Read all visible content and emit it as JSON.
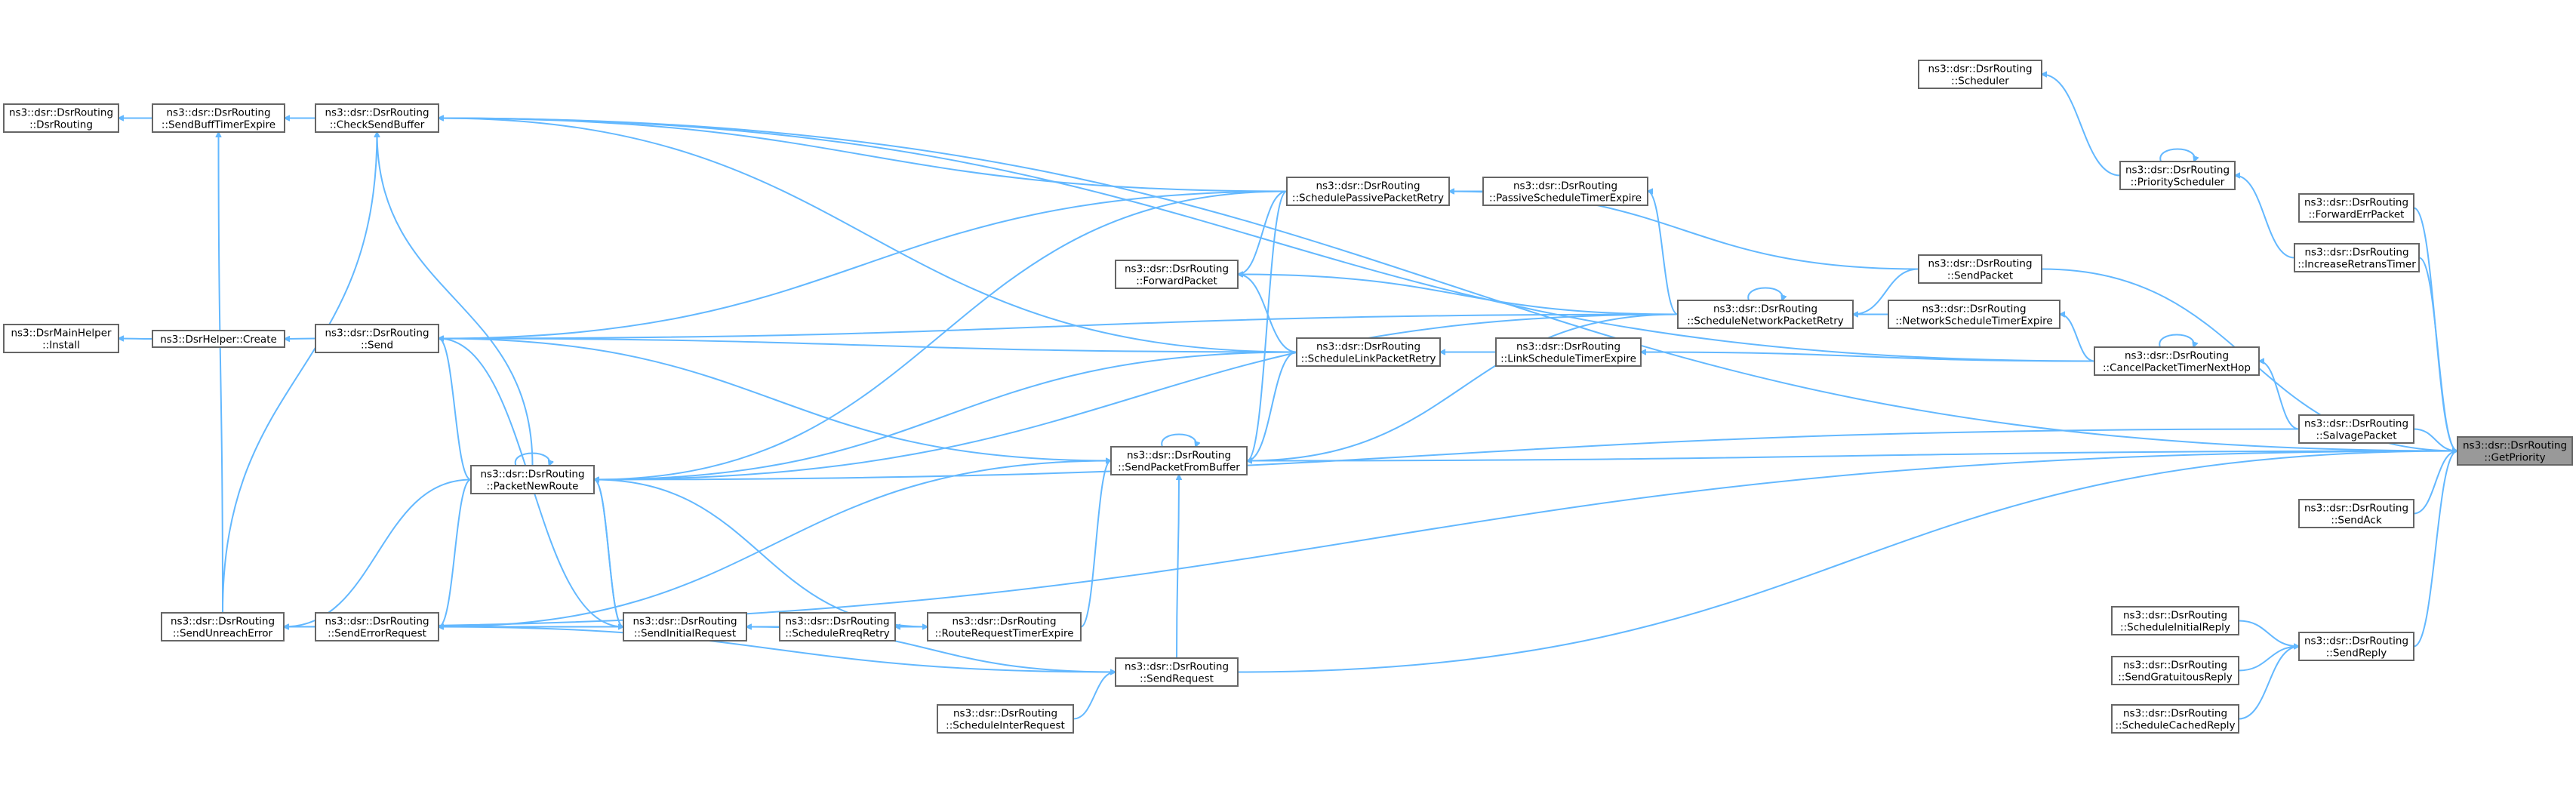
{
  "graph": {
    "nodes": [
      {
        "id": "getpriority",
        "lines": [
          "ns3::dsr::DsrRouting",
          "::GetPriority"
        ],
        "focus": true
      },
      {
        "id": "dsrrouting",
        "lines": [
          "ns3::dsr::DsrRouting",
          "::DsrRouting"
        ]
      },
      {
        "id": "sendbufftimerexpire",
        "lines": [
          "ns3::dsr::DsrRouting",
          "::SendBuffTimerExpire"
        ]
      },
      {
        "id": "checksendbuffer",
        "lines": [
          "ns3::dsr::DsrRouting",
          "::CheckSendBuffer"
        ]
      },
      {
        "id": "install",
        "lines": [
          "ns3::DsrMainHelper",
          "::Install"
        ]
      },
      {
        "id": "create",
        "lines": [
          "ns3::DsrHelper::Create"
        ]
      },
      {
        "id": "send",
        "lines": [
          "ns3::dsr::DsrRouting",
          "::Send"
        ]
      },
      {
        "id": "packetnewroute",
        "lines": [
          "ns3::dsr::DsrRouting",
          "::PacketNewRoute"
        ]
      },
      {
        "id": "sendunreacherror",
        "lines": [
          "ns3::dsr::DsrRouting",
          "::SendUnreachError"
        ]
      },
      {
        "id": "senderrorrequest",
        "lines": [
          "ns3::dsr::DsrRouting",
          "::SendErrorRequest"
        ]
      },
      {
        "id": "sendinitialrequest",
        "lines": [
          "ns3::dsr::DsrRouting",
          "::SendInitialRequest"
        ]
      },
      {
        "id": "schedulereqretry",
        "lines": [
          "ns3::dsr::DsrRouting",
          "::ScheduleRreqRetry"
        ]
      },
      {
        "id": "routerequesttimerexpire",
        "lines": [
          "ns3::dsr::DsrRouting",
          "::RouteRequestTimerExpire"
        ]
      },
      {
        "id": "sendrequest",
        "lines": [
          "ns3::dsr::DsrRouting",
          "::SendRequest"
        ]
      },
      {
        "id": "scheduleinterrequest",
        "lines": [
          "ns3::dsr::DsrRouting",
          "::ScheduleInterRequest"
        ]
      },
      {
        "id": "forwardpacket",
        "lines": [
          "ns3::dsr::DsrRouting",
          "::ForwardPacket"
        ]
      },
      {
        "id": "schedulepassivepacketretry",
        "lines": [
          "ns3::dsr::DsrRouting",
          "::SchedulePassivePacketRetry"
        ]
      },
      {
        "id": "passivescheduletimerexpire",
        "lines": [
          "ns3::dsr::DsrRouting",
          "::PassiveScheduleTimerExpire"
        ]
      },
      {
        "id": "schedulelinkpacketretry",
        "lines": [
          "ns3::dsr::DsrRouting",
          "::ScheduleLinkPacketRetry"
        ]
      },
      {
        "id": "linkscheduletimerexpire",
        "lines": [
          "ns3::dsr::DsrRouting",
          "::LinkScheduleTimerExpire"
        ]
      },
      {
        "id": "sendpacketfrombuffer",
        "lines": [
          "ns3::dsr::DsrRouting",
          "::SendPacketFromBuffer"
        ]
      },
      {
        "id": "schedulenetworkpacketretry",
        "lines": [
          "ns3::dsr::DsrRouting",
          "::ScheduleNetworkPacketRetry"
        ]
      },
      {
        "id": "sendpacket",
        "lines": [
          "ns3::dsr::DsrRouting",
          "::SendPacket"
        ]
      },
      {
        "id": "networkscheduletimerexpire",
        "lines": [
          "ns3::dsr::DsrRouting",
          "::NetworkScheduleTimerExpire"
        ]
      },
      {
        "id": "scheduler",
        "lines": [
          "ns3::dsr::DsrRouting",
          "::Scheduler"
        ]
      },
      {
        "id": "priorityscheduler",
        "lines": [
          "ns3::dsr::DsrRouting",
          "::PriorityScheduler"
        ]
      },
      {
        "id": "cancelpackettimernexthop",
        "lines": [
          "ns3::dsr::DsrRouting",
          "::CancelPacketTimerNextHop"
        ]
      },
      {
        "id": "forwarderrpacket",
        "lines": [
          "ns3::dsr::DsrRouting",
          "::ForwardErrPacket"
        ]
      },
      {
        "id": "increaseretranstimer",
        "lines": [
          "ns3::dsr::DsrRouting",
          "::IncreaseRetransTimer"
        ]
      },
      {
        "id": "salvagepacket",
        "lines": [
          "ns3::dsr::DsrRouting",
          "::SalvagePacket"
        ]
      },
      {
        "id": "sendack",
        "lines": [
          "ns3::dsr::DsrRouting",
          "::SendAck"
        ]
      },
      {
        "id": "sendreply",
        "lines": [
          "ns3::dsr::DsrRouting",
          "::SendReply"
        ]
      },
      {
        "id": "scheduleinitialreply",
        "lines": [
          "ns3::dsr::DsrRouting",
          "::ScheduleInitialReply"
        ]
      },
      {
        "id": "sendgratuitousreply",
        "lines": [
          "ns3::dsr::DsrRouting",
          "::SendGratuitousReply"
        ]
      },
      {
        "id": "schedulecachedreply",
        "lines": [
          "ns3::dsr::DsrRouting",
          "::ScheduleCachedReply"
        ]
      }
    ],
    "edges": [
      {
        "from": "sendbufftimerexpire",
        "to": "dsrrouting"
      },
      {
        "from": "checksendbuffer",
        "to": "sendbufftimerexpire"
      },
      {
        "from": "create",
        "to": "install"
      },
      {
        "from": "send",
        "to": "create"
      },
      {
        "from": "checksendbuffer",
        "to": "getpriority"
      },
      {
        "from": "sendunreacherror",
        "to": "getpriority"
      },
      {
        "from": "sendpacket",
        "to": "getpriority"
      },
      {
        "from": "priorityscheduler",
        "to": "scheduler"
      },
      {
        "from": "increaseretranstimer",
        "to": "priorityscheduler"
      },
      {
        "from": "schedulepassivepacketretry",
        "to": "checksendbuffer"
      },
      {
        "from": "passivescheduletimerexpire",
        "to": "schedulepassivepacketretry"
      },
      {
        "from": "schedulenetworkpacketretry",
        "to": "passivescheduletimerexpire"
      },
      {
        "from": "sendpacket",
        "to": "schedulepassivepacketretry"
      },
      {
        "from": "schedulepassivepacketretry",
        "to": "send"
      },
      {
        "from": "schedulepassivepacketretry",
        "to": "forwardpacket"
      },
      {
        "from": "schedulepassivepacketretry",
        "to": "packetnewroute"
      },
      {
        "from": "schedulepassivepacketretry",
        "to": "sendpacketfrombuffer"
      },
      {
        "from": "schedulenetworkpacketretry",
        "to": "send"
      },
      {
        "from": "schedulenetworkpacketretry",
        "to": "forwardpacket"
      },
      {
        "from": "sendpacket",
        "to": "schedulenetworkpacketretry"
      },
      {
        "from": "networkscheduletimerexpire",
        "to": "schedulenetworkpacketretry"
      },
      {
        "from": "schedulenetworkpacketretry",
        "to": "sendpacketfrombuffer"
      },
      {
        "from": "schedulenetworkpacketretry",
        "to": "packetnewroute"
      },
      {
        "from": "schedulelinkpacketretry",
        "to": "send"
      },
      {
        "from": "schedulelinkpacketretry",
        "to": "forwardpacket"
      },
      {
        "from": "schedulelinkpacketretry",
        "to": "checksendbuffer"
      },
      {
        "from": "schedulelinkpacketretry",
        "to": "packetnewroute"
      },
      {
        "from": "schedulelinkpacketretry",
        "to": "sendpacketfrombuffer"
      },
      {
        "from": "linkscheduletimerexpire",
        "to": "schedulelinkpacketretry"
      },
      {
        "from": "cancelpackettimernexthop",
        "to": "linkscheduletimerexpire"
      },
      {
        "from": "cancelpackettimernexthop",
        "to": "networkscheduletimerexpire"
      },
      {
        "from": "cancelpackettimernexthop",
        "to": "checksendbuffer"
      },
      {
        "from": "salvagepacket",
        "to": "cancelpackettimernexthop"
      },
      {
        "from": "sendpacketfrombuffer",
        "to": "send"
      },
      {
        "from": "sendpacketfrombuffer",
        "to": "getpriority"
      },
      {
        "from": "sendpacketfrombuffer",
        "to": "senderrorrequest"
      },
      {
        "from": "routerequesttimerexpire",
        "to": "sendpacketfrombuffer"
      },
      {
        "from": "sendrequest",
        "to": "sendpacketfrombuffer"
      },
      {
        "from": "packetnewroute",
        "to": "checksendbuffer"
      },
      {
        "from": "packetnewroute",
        "to": "send"
      },
      {
        "from": "packetnewroute",
        "to": "sendunreacherror"
      },
      {
        "from": "packetnewroute",
        "to": "senderrorrequest"
      },
      {
        "from": "packetnewroute",
        "to": "sendinitialrequest"
      },
      {
        "from": "routerequesttimerexpire",
        "to": "packetnewroute"
      },
      {
        "from": "salvagepacket",
        "to": "packetnewroute"
      },
      {
        "from": "sendinitialrequest",
        "to": "send"
      },
      {
        "from": "sendinitialrequest",
        "to": "packetnewroute"
      },
      {
        "from": "senderrorrequest",
        "to": "sendunreacherror"
      },
      {
        "from": "sendinitialrequest",
        "to": "sendunreacherror"
      },
      {
        "from": "schedulereqretry",
        "to": "sendinitialrequest"
      },
      {
        "from": "schedulereqretry",
        "to": "routerequesttimerexpire"
      },
      {
        "from": "routerequesttimerexpire",
        "to": "schedulereqretry"
      },
      {
        "from": "sendrequest",
        "to": "sendinitialrequest"
      },
      {
        "from": "sendrequest",
        "to": "senderrorrequest"
      },
      {
        "from": "scheduleinterrequest",
        "to": "sendrequest"
      },
      {
        "from": "sendrequest",
        "to": "getpriority"
      },
      {
        "from": "sendunreacherror",
        "to": "sendbufftimerexpire"
      },
      {
        "from": "sendunreacherror",
        "to": "checksendbuffer"
      },
      {
        "from": "forwarderrpacket",
        "to": "getpriority"
      },
      {
        "from": "increaseretranstimer",
        "to": "getpriority"
      },
      {
        "from": "salvagepacket",
        "to": "getpriority"
      },
      {
        "from": "sendack",
        "to": "getpriority"
      },
      {
        "from": "sendreply",
        "to": "getpriority"
      },
      {
        "from": "scheduleinitialreply",
        "to": "sendreply"
      },
      {
        "from": "sendgratuitousreply",
        "to": "sendreply"
      },
      {
        "from": "schedulecachedreply",
        "to": "sendreply"
      }
    ],
    "self_loops": [
      "packetnewroute",
      "sendpacketfrombuffer",
      "schedulenetworkpacketretry",
      "priorityscheduler",
      "cancelpackettimernexthop"
    ]
  }
}
